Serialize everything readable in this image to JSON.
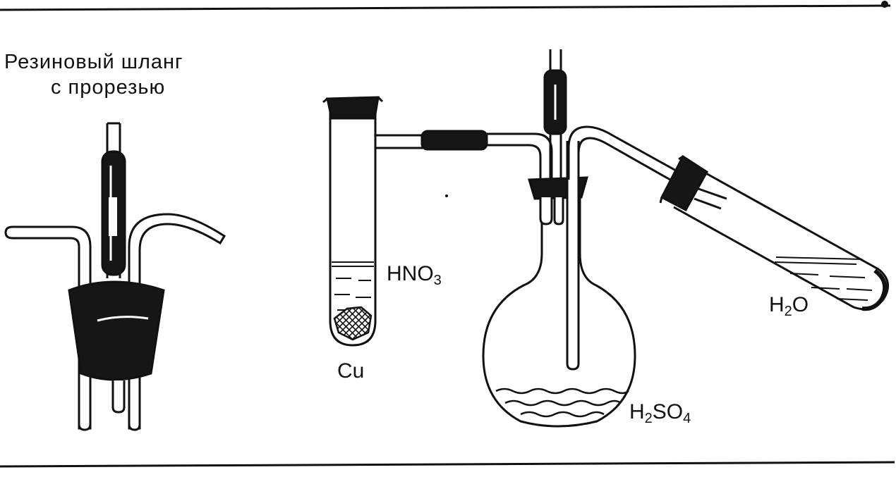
{
  "labels": {
    "hose_line1": "Резиновый шланг",
    "hose_line2": "с прорезью",
    "copper": "Cu",
    "nitric": {
      "base": "HNO",
      "sub": "3"
    },
    "sulfuric": {
      "a": "H",
      "a_sub": "2",
      "b": "SO",
      "b_sub": "4"
    },
    "water": {
      "a": "H",
      "a_sub": "2",
      "b": "O"
    }
  },
  "colors": {
    "ink": "#111111",
    "rubber": "#161616",
    "paper": "#ffffff"
  }
}
